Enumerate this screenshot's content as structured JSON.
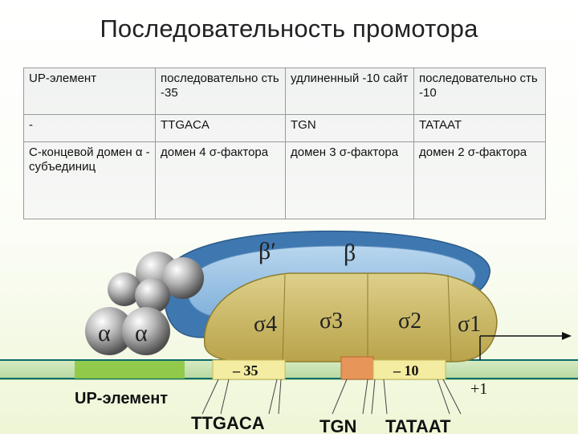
{
  "title": "Последовательность промотора",
  "table": {
    "rows": [
      [
        "UP-элемент",
        "последовательно сть -35",
        "удлиненный -10 сайт",
        "последовательно сть -10"
      ],
      [
        "-",
        "TTGACA",
        "TGN",
        "TATAAT"
      ],
      [
        "С-концевой домен α - субъединиц",
        "домен 4 σ-фактора",
        "домен 3 σ-фактора",
        "домен 2 σ-фактора"
      ]
    ]
  },
  "diagram": {
    "beta_prime": "β′",
    "beta": "β",
    "alpha_left": "α",
    "alpha_right": "α",
    "sigma4": "σ4",
    "sigma3": "σ3",
    "sigma2": "σ2",
    "sigma1": "σ1",
    "box_minus35": "– 35",
    "box_minus10": "– 10",
    "plus1": "+1",
    "up_element": "UP-элемент",
    "seq_ttgaca": "TTGACA",
    "seq_tgn": "TGN",
    "seq_tataat": "TATAAT"
  },
  "colors": {
    "beta_prime_blue": "#3f78b0",
    "beta_light_blue": "#a9cbe6",
    "sigma_tan": "#c8b45c",
    "dna_green": "#a8d28e",
    "up_box_green": "#8cc63f",
    "box_yellow": "#f4eca0",
    "box_orange": "#e8955a"
  }
}
